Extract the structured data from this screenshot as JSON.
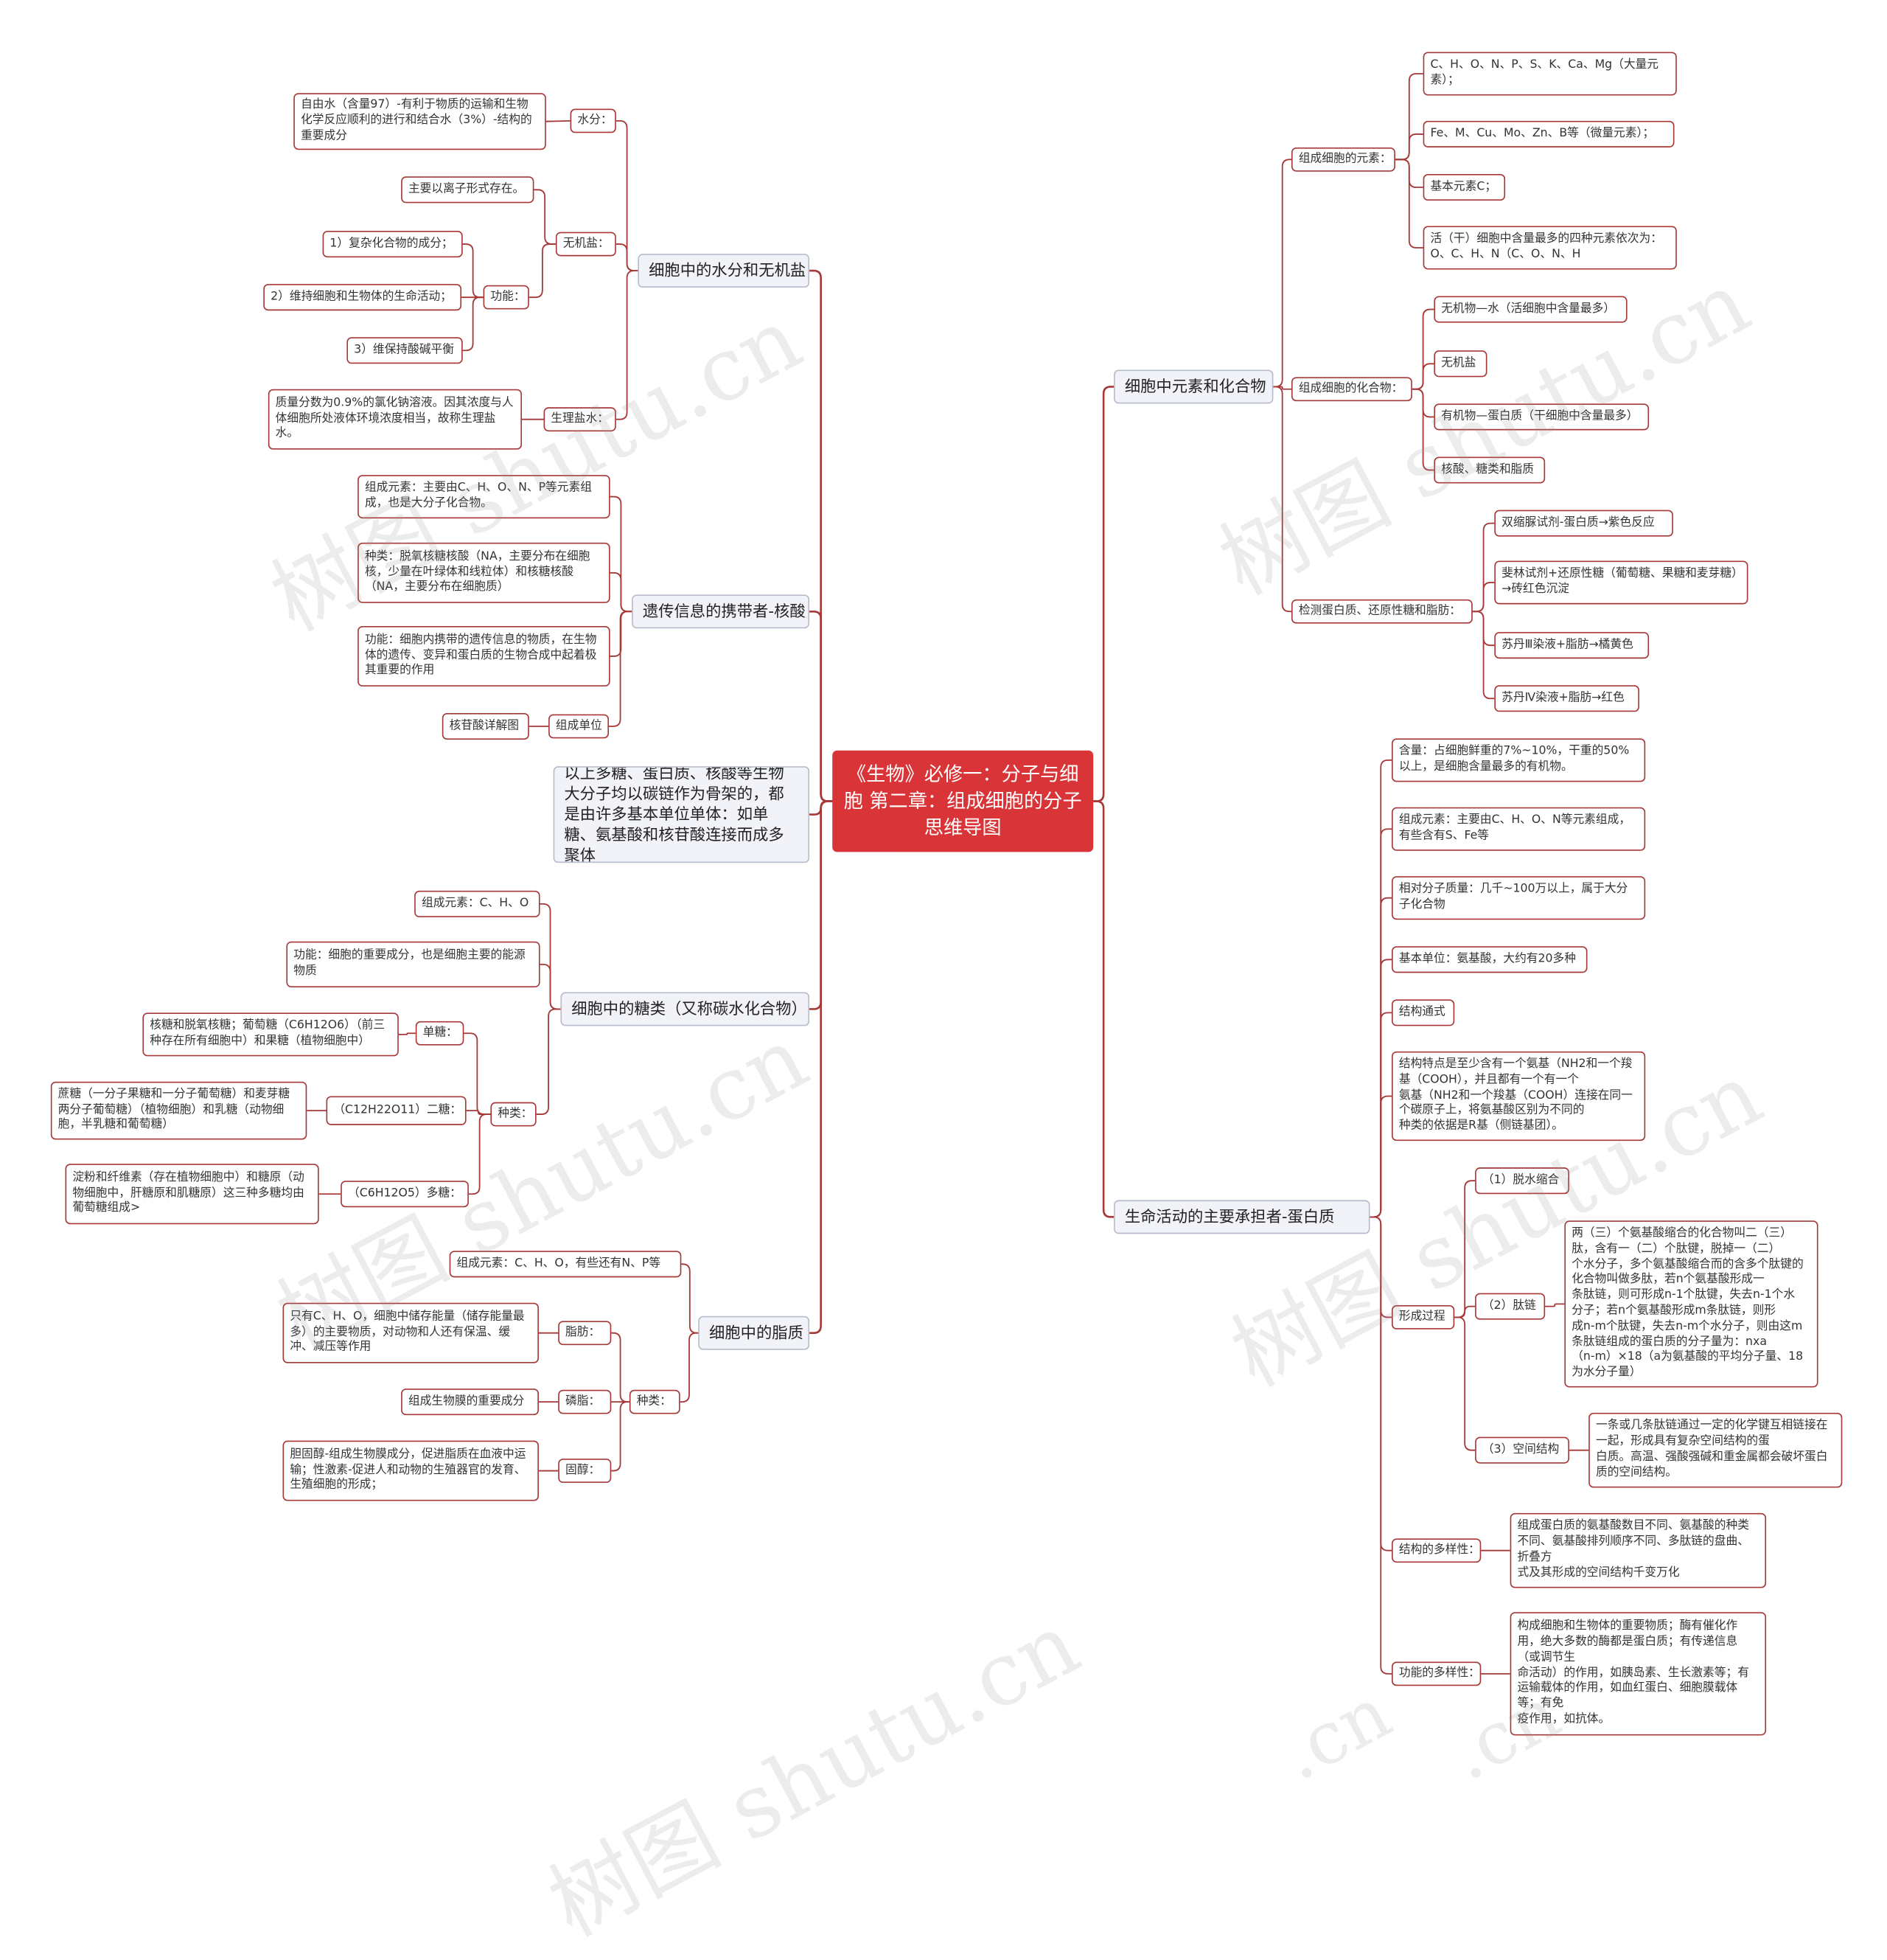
{
  "root": "《生物》必修一：分子与细胞 第二章：组成细胞的分子思维导图",
  "watermarks": [
    "树图 shutu.cn",
    "树图 shutu.cn",
    "树图 shutu.cn",
    "树图 shutu.cn",
    "树图 shutu.cn",
    ".cn",
    ".cn"
  ],
  "colors": {
    "root": "#d93437",
    "line": "#a63838",
    "topic_bg": "#f1f3f8"
  },
  "nodes": {
    "l_water": "细胞中的水分和无机盐",
    "l_water_a": "水分：",
    "l_water_a1": "自由水（含量97）-有利于物质的运输和生物化学反应顺利的进行和结合水（3%）-结构的重要成分",
    "l_water_b": "无机盐：",
    "l_water_b1": "主要以离子形式存在。",
    "l_water_b2": "功能：",
    "l_water_b2a": "1）复杂化合物的成分；",
    "l_water_b2b": "2）维持细胞和生物体的生命活动；",
    "l_water_b2c": "3）维保持酸碱平衡",
    "l_water_c": "生理盐水：",
    "l_water_c1": "质量分数为0.9%的氯化钠溶液。因其浓度与人体细胞所处液体环境浓度相当，故称生理盐水。",
    "l_na": "遗传信息的携带者-核酸",
    "l_na_1": "组成元素：主要由C、H、O、N、P等元素组成，也是大分子化合物。",
    "l_na_2": "种类：脱氧核糖核酸（NA，主要分布在细胞核，少量在叶绿体和线粒体）和核糖核酸（NA，主要分布在细胞质）",
    "l_na_3": "功能：细胞内携带的遗传信息的物质，在生物体的遗传、变异和蛋白质的生物合成中起着极其重要的作用",
    "l_na_4": "组成单位",
    "l_na_4a": "核苷酸详解图",
    "l_carbon": "以上多糖、蛋白质、核酸等生物大分子均以碳链作为骨架的，都是由许多基本单位单体：如单糖、氨基酸和核苷酸连接而成多聚体",
    "l_sugar": "细胞中的糖类（又称碳水化合物）",
    "l_sugar_1": "组成元素：C、H、O",
    "l_sugar_2": "功能：细胞的重要成分，也是细胞主要的能源物质",
    "l_sugar_3": "种类：",
    "l_sugar_3a": "单糖：",
    "l_sugar_3a1": "核糖和脱氧核糖；葡萄糖（C6H12O6）（前三种存在所有细胞中）和果糖（植物细胞中）",
    "l_sugar_3b": "（C12H22O11）二糖：",
    "l_sugar_3b1": "蔗糖（一分子果糖和一分子葡萄糖）和麦芽糖两分子葡萄糖）（植物细胞）和乳糖（动物细胞，半乳糖和葡萄糖）",
    "l_sugar_3c": "（C6H12O5）多糖：",
    "l_sugar_3c1": "淀粉和纤维素（存在植物细胞中）和糖原（动物细胞中，肝糖原和肌糖原）这三种多糖均由葡萄糖组成>",
    "l_lipid": "细胞中的脂质",
    "l_lipid_1": "组成元素：C、H、O，有些还有N、P等",
    "l_lipid_2": "种类：",
    "l_lipid_2a": "脂肪：",
    "l_lipid_2a1": "只有C、H、O，细胞中储存能量（储存能量最多）的主要物质，对动物和人还有保温、缓冲、减压等作用",
    "l_lipid_2b": "磷脂：",
    "l_lipid_2b1": "组成生物膜的重要成分",
    "l_lipid_2c": "固醇：",
    "l_lipid_2c1": "胆固醇-组成生物膜成分，促进脂质在血液中运输；性激素-促进人和动物的生殖器官的发育、生殖细胞的形成；",
    "r_elem": "细胞中元素和化合物",
    "r_elem_1": "组成细胞的元素：",
    "r_elem_1a": "C、H、O、N、P、S、K、Ca、Mg（大量元素）；",
    "r_elem_1b": "Fe、M、Cu、Mo、Zn、B等（微量元素）；",
    "r_elem_1c": "基本元素C；",
    "r_elem_1d": "活（干）细胞中含量最多的四种元素依次为：O、C、H、N（C、O、N、H",
    "r_elem_2": "组成细胞的化合物：",
    "r_elem_2a": "无机物—水（活细胞中含量最多）",
    "r_elem_2b": "无机盐",
    "r_elem_2c": "有机物—蛋白质（干细胞中含量最多）",
    "r_elem_2d": "核酸、糖类和脂质",
    "r_elem_3": "检测蛋白质、还原性糖和脂肪：",
    "r_elem_3a": "双缩脲试剂-蛋白质→紫色反应",
    "r_elem_3b": "斐林试剂+还原性糖（葡萄糖、果糖和麦芽糖）→砖红色沉淀",
    "r_elem_3c": "苏丹Ⅲ染液+脂肪→橘黄色",
    "r_elem_3d": "苏丹Ⅳ染液+脂肪→红色",
    "r_prot": "生命活动的主要承担者-蛋白质",
    "r_prot_1": "含量：占细胞鲜重的7%~10%，干重的50%以上，是细胞含量最多的有机物。",
    "r_prot_2": "组成元素：主要由C、H、O、N等元素组成，有些含有S、Fe等",
    "r_prot_3": "相对分子质量：几千~100万以上，属于大分子化合物",
    "r_prot_4": "基本单位：氨基酸，大约有20多种",
    "r_prot_5": "结构通式",
    "r_prot_6": "结构特点是至少含有一个氨基（NH2和一个羧基（COOH），并且都有一个有一个\n氨基（NH2和一个羧基（COOH）连接在同一个碳原子上，将氨基酸区别为不同的\n种类的依据是R基（侧链基团）。",
    "r_prot_7": "形成过程",
    "r_prot_7a": "（1）脱水缩合",
    "r_prot_7b": "（2）肽链",
    "r_prot_7b1": "两（三）个氨基酸缩合的化合物叫二（三）肽，含有一（二）个肽键，脱掉一（二）\n个水分子，多个氨基酸缩合而的含多个肽键的化合物叫做多肽，若n个氨基酸形成一\n条肽链，则可形成n-1个肽键，失去n-1个水\n分子；若n个氨基酸形成m条肽链，则形\n成n-m个肽键，失去n-m个水分子，则由这m条肽链组成的蛋白质的分子量为：nxa\n（n-m）×18（a为氨基酸的平均分子量、18为水分子量）",
    "r_prot_7c": "（3）空间结构",
    "r_prot_7c1": "一条或几条肽链通过一定的化学键互相链接在一起，形成具有复杂空间结构的蛋\n白质。高温、强酸强碱和重金属都会破坏蛋白质的空间结构。",
    "r_prot_8": "结构的多样性：",
    "r_prot_8a": "组成蛋白质的氨基酸数目不同、氨基酸的种类不同、氨基酸排列顺序不同、多肽链的盘曲、折叠方\n式及其形成的空间结构千变万化",
    "r_prot_9": "功能的多样性：",
    "r_prot_9a": "构成细胞和生物体的重要物质；酶有催化作用，绝大多数的酶都是蛋白质；有传递信息（或调节生\n命活动）的作用，如胰岛素、生长激素等；有运输载体的作用，如血红蛋白、细胞膜载体等；有免\n疫作用，如抗体。"
  }
}
